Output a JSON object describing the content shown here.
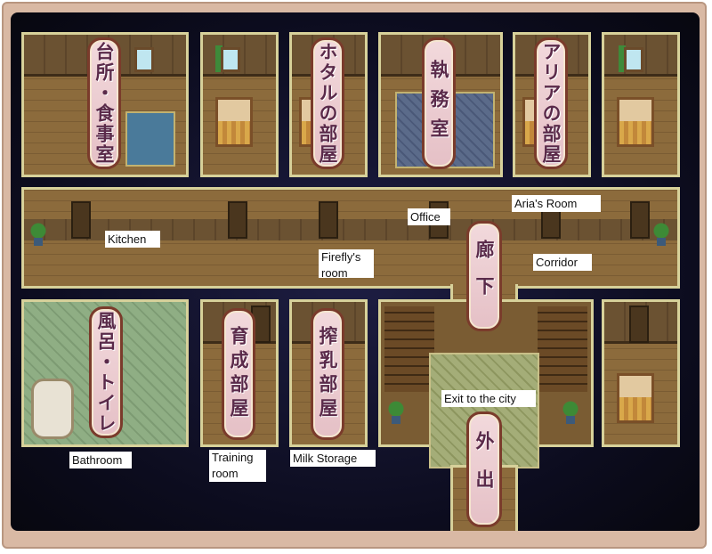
{
  "map": {
    "rooms": {
      "kitchen": {
        "jp": "台所・食事室",
        "en": "Kitchen"
      },
      "firefly": {
        "jp": "ホタルの部屋",
        "en": "Firefly's room"
      },
      "office": {
        "jp": "執務室",
        "en": "Office"
      },
      "aria": {
        "jp": "アリアの部屋",
        "en": "Aria's Room"
      },
      "corridor": {
        "jp": "廊下",
        "en": "Corridor"
      },
      "bathroom": {
        "jp": "風呂・トイレ",
        "en": "Bathroom"
      },
      "training": {
        "jp": "育成部屋",
        "en": "Training room"
      },
      "milk": {
        "jp": "搾乳部屋",
        "en": "Milk Storage"
      },
      "exit": {
        "jp": "外出",
        "en": "Exit to the city"
      }
    }
  }
}
